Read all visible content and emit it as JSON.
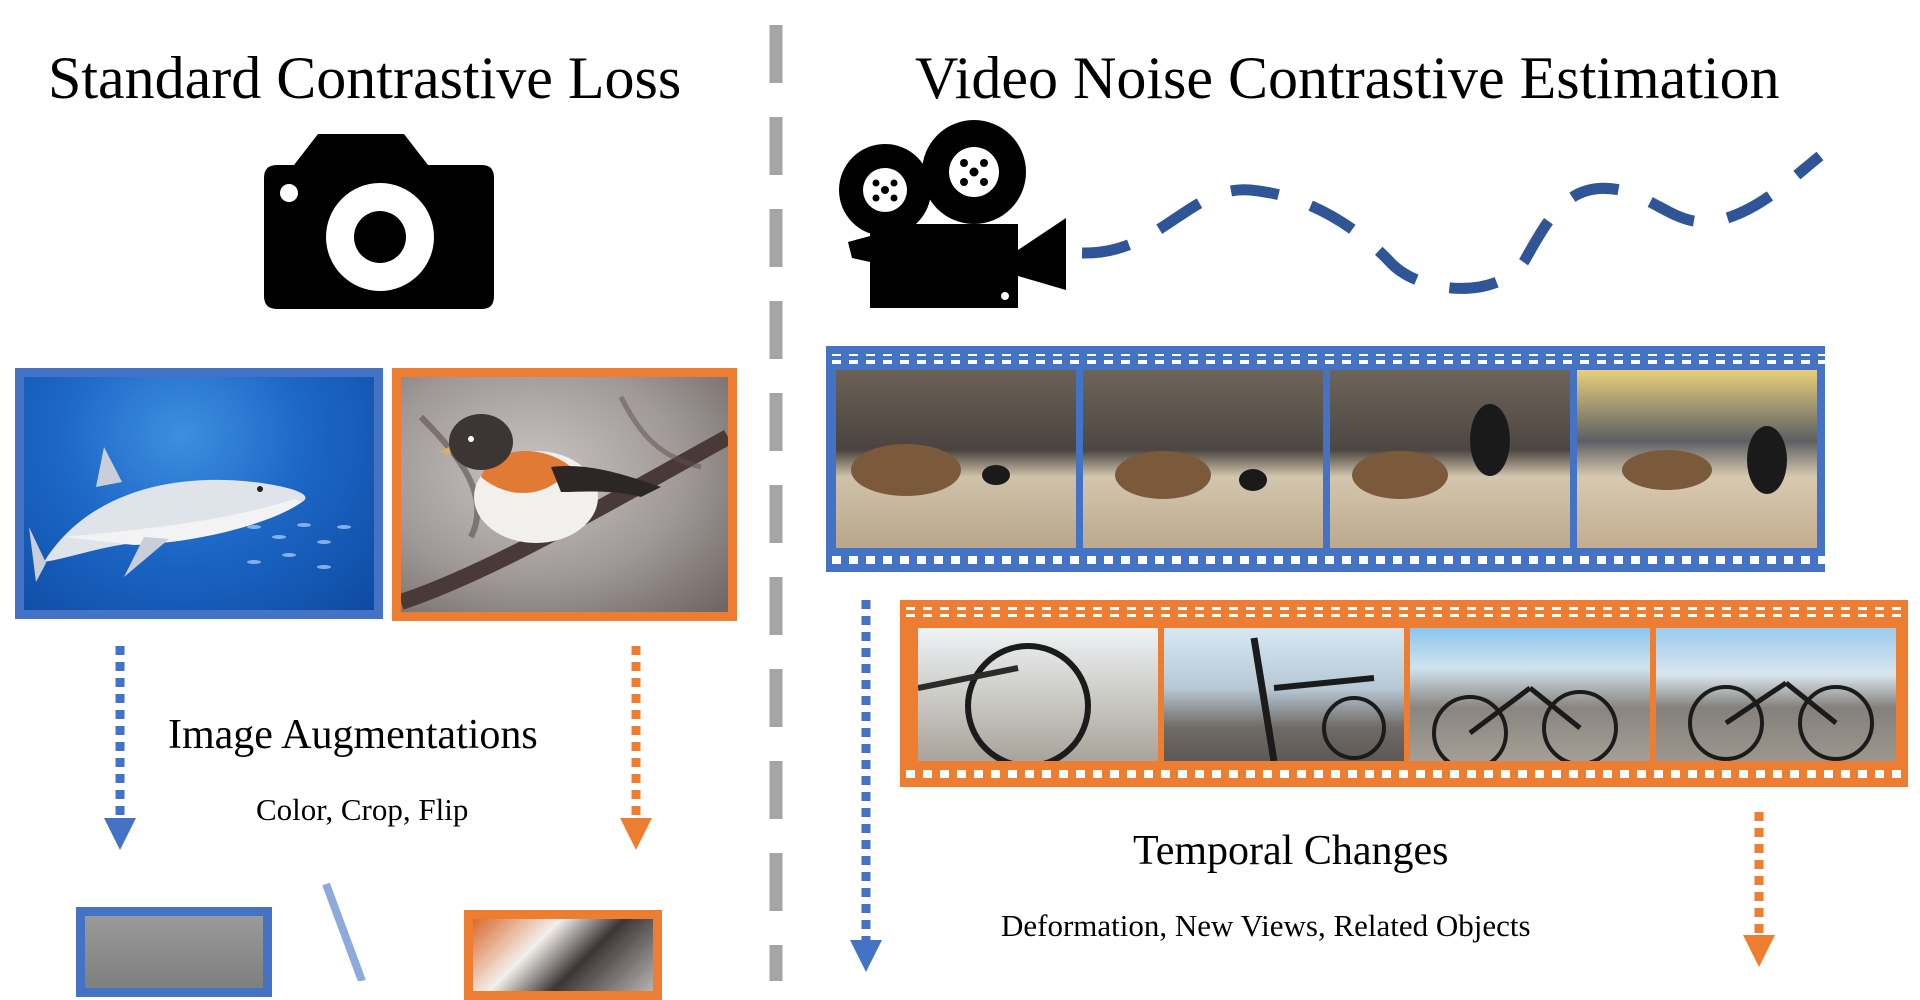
{
  "left_panel": {
    "title": "Standard Contrastive Loss",
    "icon": "camera-icon",
    "images": [
      {
        "name": "shark",
        "border": "#4472C4"
      },
      {
        "name": "bird",
        "border": "#ED7D31"
      }
    ],
    "augment_title": "Image Augmentations",
    "augment_caption": "Color, Crop, Flip"
  },
  "right_panel": {
    "title": "Video Noise Contrastive Estimation",
    "icon": "video-camera-icon",
    "filmstrips": [
      {
        "name": "cats-video",
        "border": "#4472C4",
        "frames": [
          "cats-frame-1",
          "cats-frame-2",
          "cats-frame-3",
          "cats-frame-4"
        ]
      },
      {
        "name": "bike-video",
        "border": "#ED7D31",
        "frames": [
          "bike-frame-1",
          "bike-frame-2",
          "bike-frame-3",
          "bike-frame-4"
        ]
      }
    ],
    "temporal_title": "Temporal Changes",
    "temporal_caption": "Deformation, New Views, Related Objects"
  },
  "colors": {
    "blue": "#4472C4",
    "orange": "#ED7D31",
    "divider": "#A6A6A6",
    "trajectory": "#2F5597"
  }
}
